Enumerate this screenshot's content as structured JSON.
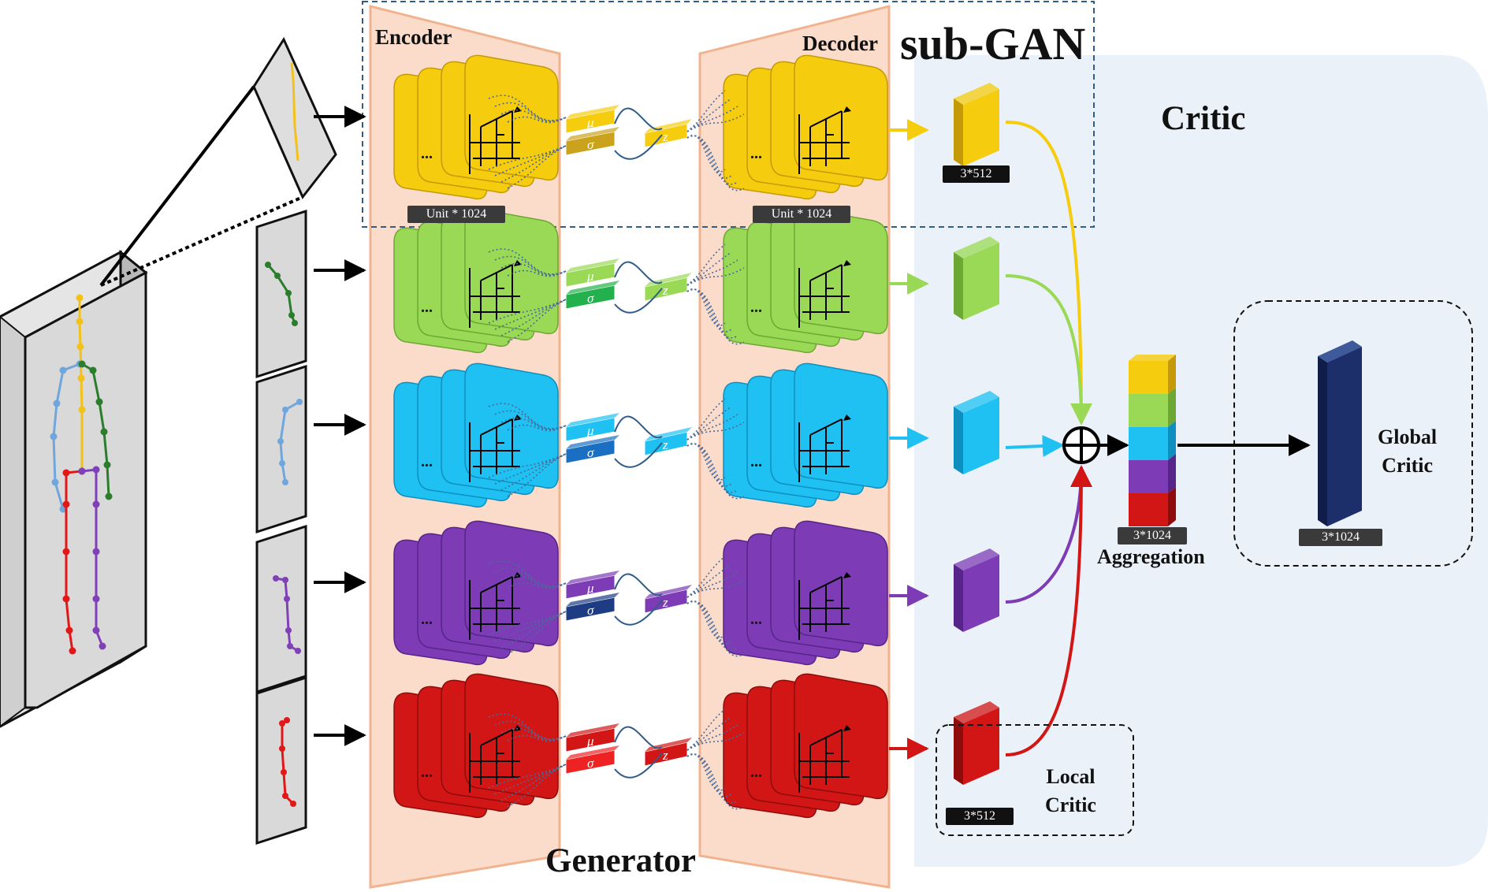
{
  "labels": {
    "encoder": "Encoder",
    "decoder": "Decoder",
    "sub_gan": "sub-GAN",
    "critic": "Critic",
    "generator": "Generator",
    "aggregation": "Aggregation",
    "global_critic": "Global\nCritic",
    "local_critic": "Local\nCritic"
  },
  "tags": {
    "encoder_unit": "Unit * 1024",
    "decoder_unit": "Unit * 1024",
    "branch_feature": "3*512",
    "aggregated": "3*1024",
    "global": "3*1024",
    "local": "3*512"
  },
  "latent_symbols": {
    "mu": "μ",
    "sigma": "σ",
    "z": "z",
    "ellipsis": "..."
  },
  "branches": [
    {
      "part": "torso",
      "color": "#f6cc0e",
      "dark": "#c49a08",
      "sigma_color": "#caa21c"
    },
    {
      "part": "left-arm",
      "color": "#9ad955",
      "dark": "#6da834",
      "sigma_color": "#22b14c"
    },
    {
      "part": "right-arm",
      "color": "#1ec1f2",
      "dark": "#0f8fc0",
      "sigma_color": "#1b6fc2"
    },
    {
      "part": "left-leg",
      "color": "#7d3cb5",
      "dark": "#57248a",
      "sigma_color": "#1d3c84"
    },
    {
      "part": "right-leg",
      "color": "#d21515",
      "dark": "#8f0c0c",
      "sigma_color": "#ee2222"
    }
  ],
  "colors": {
    "generator_panel": "#fbdccb",
    "generator_border": "#f1b38f",
    "critic_panel": "#eaf1f8",
    "sub_gan_box": "#2f5c8a",
    "global_bar": "#1c2f6b",
    "skeleton_box": "#d9d9d9"
  },
  "icons": [
    "skeleton-icon",
    "body-part-icon",
    "lstm-cell-icon",
    "aggregation-plus-icon",
    "arrow-icon"
  ]
}
